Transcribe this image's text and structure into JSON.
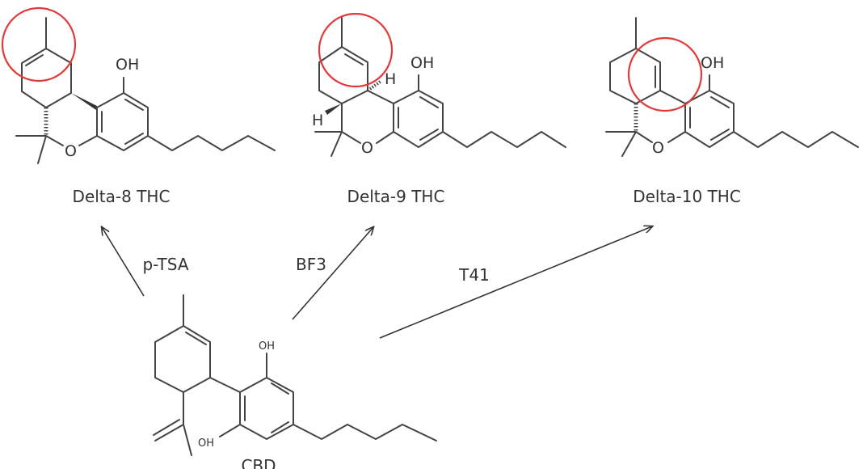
{
  "molecules": {
    "delta8": {
      "name": "Delta-8 THC",
      "atoms": {
        "oh": "OH",
        "o": "O"
      }
    },
    "delta9": {
      "name": "Delta-9 THC",
      "atoms": {
        "oh": "OH",
        "o": "O",
        "h1": "H",
        "h2": "H"
      }
    },
    "delta10": {
      "name": "Delta-10 THC",
      "atoms": {
        "oh": "OH",
        "o": "O"
      }
    },
    "cbd": {
      "name": "CBD",
      "atoms": {
        "oh_top": "OH",
        "oh_bottom": "OH"
      }
    }
  },
  "reactions": [
    {
      "reagent": "p-TSA",
      "product": "Delta-8 THC"
    },
    {
      "reagent": "BF3",
      "product": "Delta-9 THC"
    },
    {
      "reagent": "T41",
      "product": "Delta-10 THC"
    }
  ],
  "colors": {
    "highlight": "#e03a3a",
    "bond": "#444444"
  }
}
